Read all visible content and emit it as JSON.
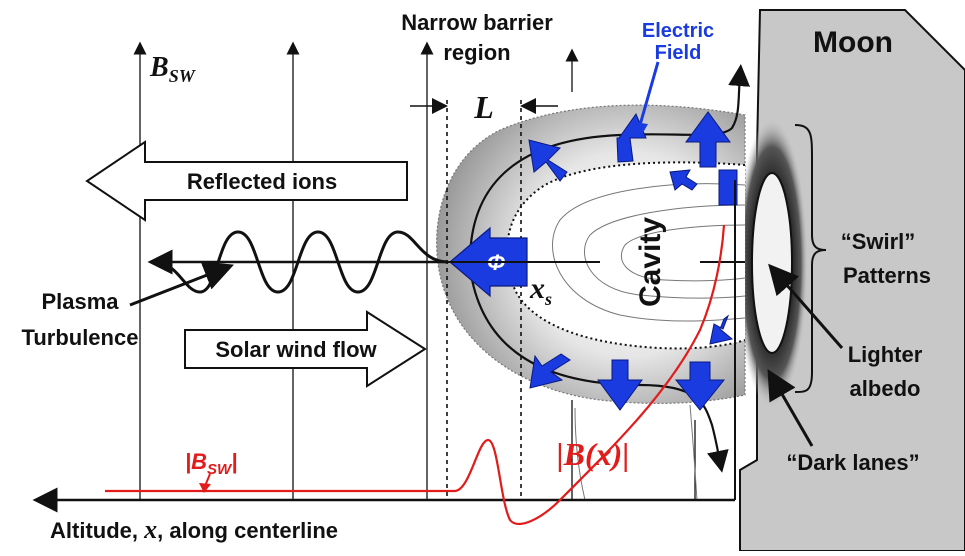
{
  "labels": {
    "moon": "Moon",
    "electric_field_line1": "Electric",
    "electric_field_line2": "Field",
    "narrow_barrier_line1": "Narrow barrier",
    "narrow_barrier_line2": "region",
    "b_sw_main": "B",
    "b_sw_sub": "SW",
    "l_symbol": "L",
    "reflected_ions": "Reflected ions",
    "solar_wind_flow": "Solar wind flow",
    "plasma_line1": "Plasma",
    "plasma_line2": "Turbulence",
    "phi": "Φ",
    "x_s_main": "x",
    "x_s_sub": "s",
    "cavity": "Cavity",
    "swirl_line1": "“Swirl”",
    "swirl_line2": "Patterns",
    "lighter_line1": "Lighter",
    "lighter_line2": "albedo",
    "dark_lanes": "“Dark lanes”",
    "abs_b_sw": "|B",
    "abs_b_sw_sub": "SW",
    "abs_b_sw_end": "|",
    "b_of_x": "|B(x)|",
    "altitude_prefix": "Altitude, ",
    "altitude_x": "x",
    "altitude_suffix": ", along centerline"
  },
  "colors": {
    "moon_fill": "#c8c8c8",
    "electric_field": "#1a3be0",
    "magnetic_curve": "#e21b1b",
    "ink": "#111111"
  }
}
